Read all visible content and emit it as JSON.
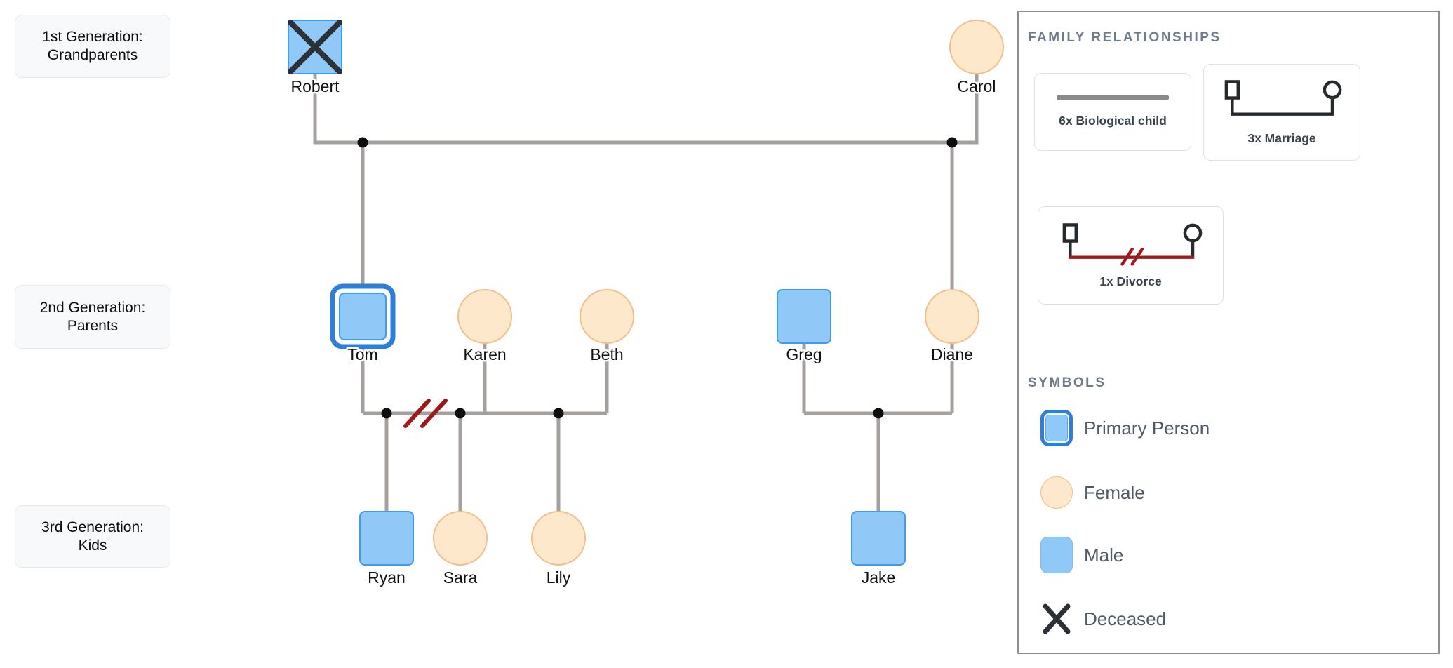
{
  "generation_labels": [
    {
      "line1": "1st Generation:",
      "line2": "Grandparents"
    },
    {
      "line1": "2nd Generation:",
      "line2": "Parents"
    },
    {
      "line1": "3rd Generation:",
      "line2": "Kids"
    }
  ],
  "people": {
    "robert": {
      "name": "Robert",
      "gender": "male",
      "deceased": true,
      "generation": 1
    },
    "carol": {
      "name": "Carol",
      "gender": "female",
      "generation": 1
    },
    "tom": {
      "name": "Tom",
      "gender": "male",
      "primary": true,
      "generation": 2
    },
    "karen": {
      "name": "Karen",
      "gender": "female",
      "generation": 2
    },
    "beth": {
      "name": "Beth",
      "gender": "female",
      "generation": 2
    },
    "greg": {
      "name": "Greg",
      "gender": "male",
      "generation": 2
    },
    "diane": {
      "name": "Diane",
      "gender": "female",
      "generation": 2
    },
    "ryan": {
      "name": "Ryan",
      "gender": "male",
      "generation": 3
    },
    "sara": {
      "name": "Sara",
      "gender": "female",
      "generation": 3
    },
    "lily": {
      "name": "Lily",
      "gender": "female",
      "generation": 3
    },
    "jake": {
      "name": "Jake",
      "gender": "male",
      "generation": 3
    }
  },
  "legend": {
    "title": "FAMILY RELATIONSHIPS",
    "relationships": [
      {
        "id": "biological-child",
        "label": "6x Biological child",
        "count": "6x"
      },
      {
        "id": "marriage",
        "label": "3x Marriage",
        "count": "3x"
      },
      {
        "id": "divorce",
        "label": "1x Divorce",
        "count": "1x"
      }
    ],
    "symbols_title": "SYMBOLS",
    "symbols": [
      {
        "id": "primary-person",
        "label": "Primary Person"
      },
      {
        "id": "female",
        "label": "Female"
      },
      {
        "id": "male",
        "label": "Male"
      },
      {
        "id": "deceased",
        "label": "Deceased"
      }
    ]
  },
  "colors": {
    "male-fill": "#90C9F8",
    "male-border": "#3E9BF0",
    "female-fill": "#FDE8CC",
    "female-border": "#EFBF8C",
    "primary-ring": "#2E7FD9",
    "line-color": "#A5A09D",
    "divorce-red": "#9E1B1B",
    "deceased-x": "#2C3137",
    "panel-border": "#8A8F94",
    "heading-color": "#6E7B8A"
  }
}
